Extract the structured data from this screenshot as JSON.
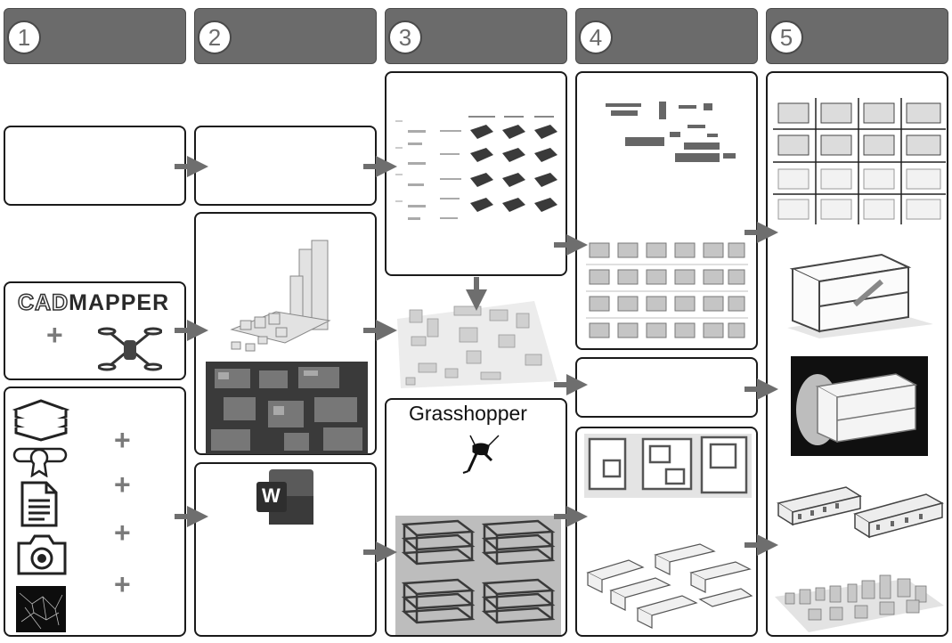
{
  "stages": [
    {
      "number": "1"
    },
    {
      "number": "2"
    },
    {
      "number": "3"
    },
    {
      "number": "4"
    },
    {
      "number": "5"
    }
  ],
  "labels": {
    "cadmapper_cad": "CAD",
    "cadmapper_mapper": "MAPPER",
    "grasshopper": "Grasshopper",
    "word_letter": "W",
    "plus": "+"
  },
  "icons": [
    "drone-icon",
    "books-icon",
    "certificate-icon",
    "document-icon",
    "camera-icon",
    "network-image",
    "word-icon",
    "grasshopper-icon"
  ],
  "colors": {
    "header": "#6b6b6b",
    "border": "#1a1a1a",
    "arrow": "#6e6e6e"
  }
}
